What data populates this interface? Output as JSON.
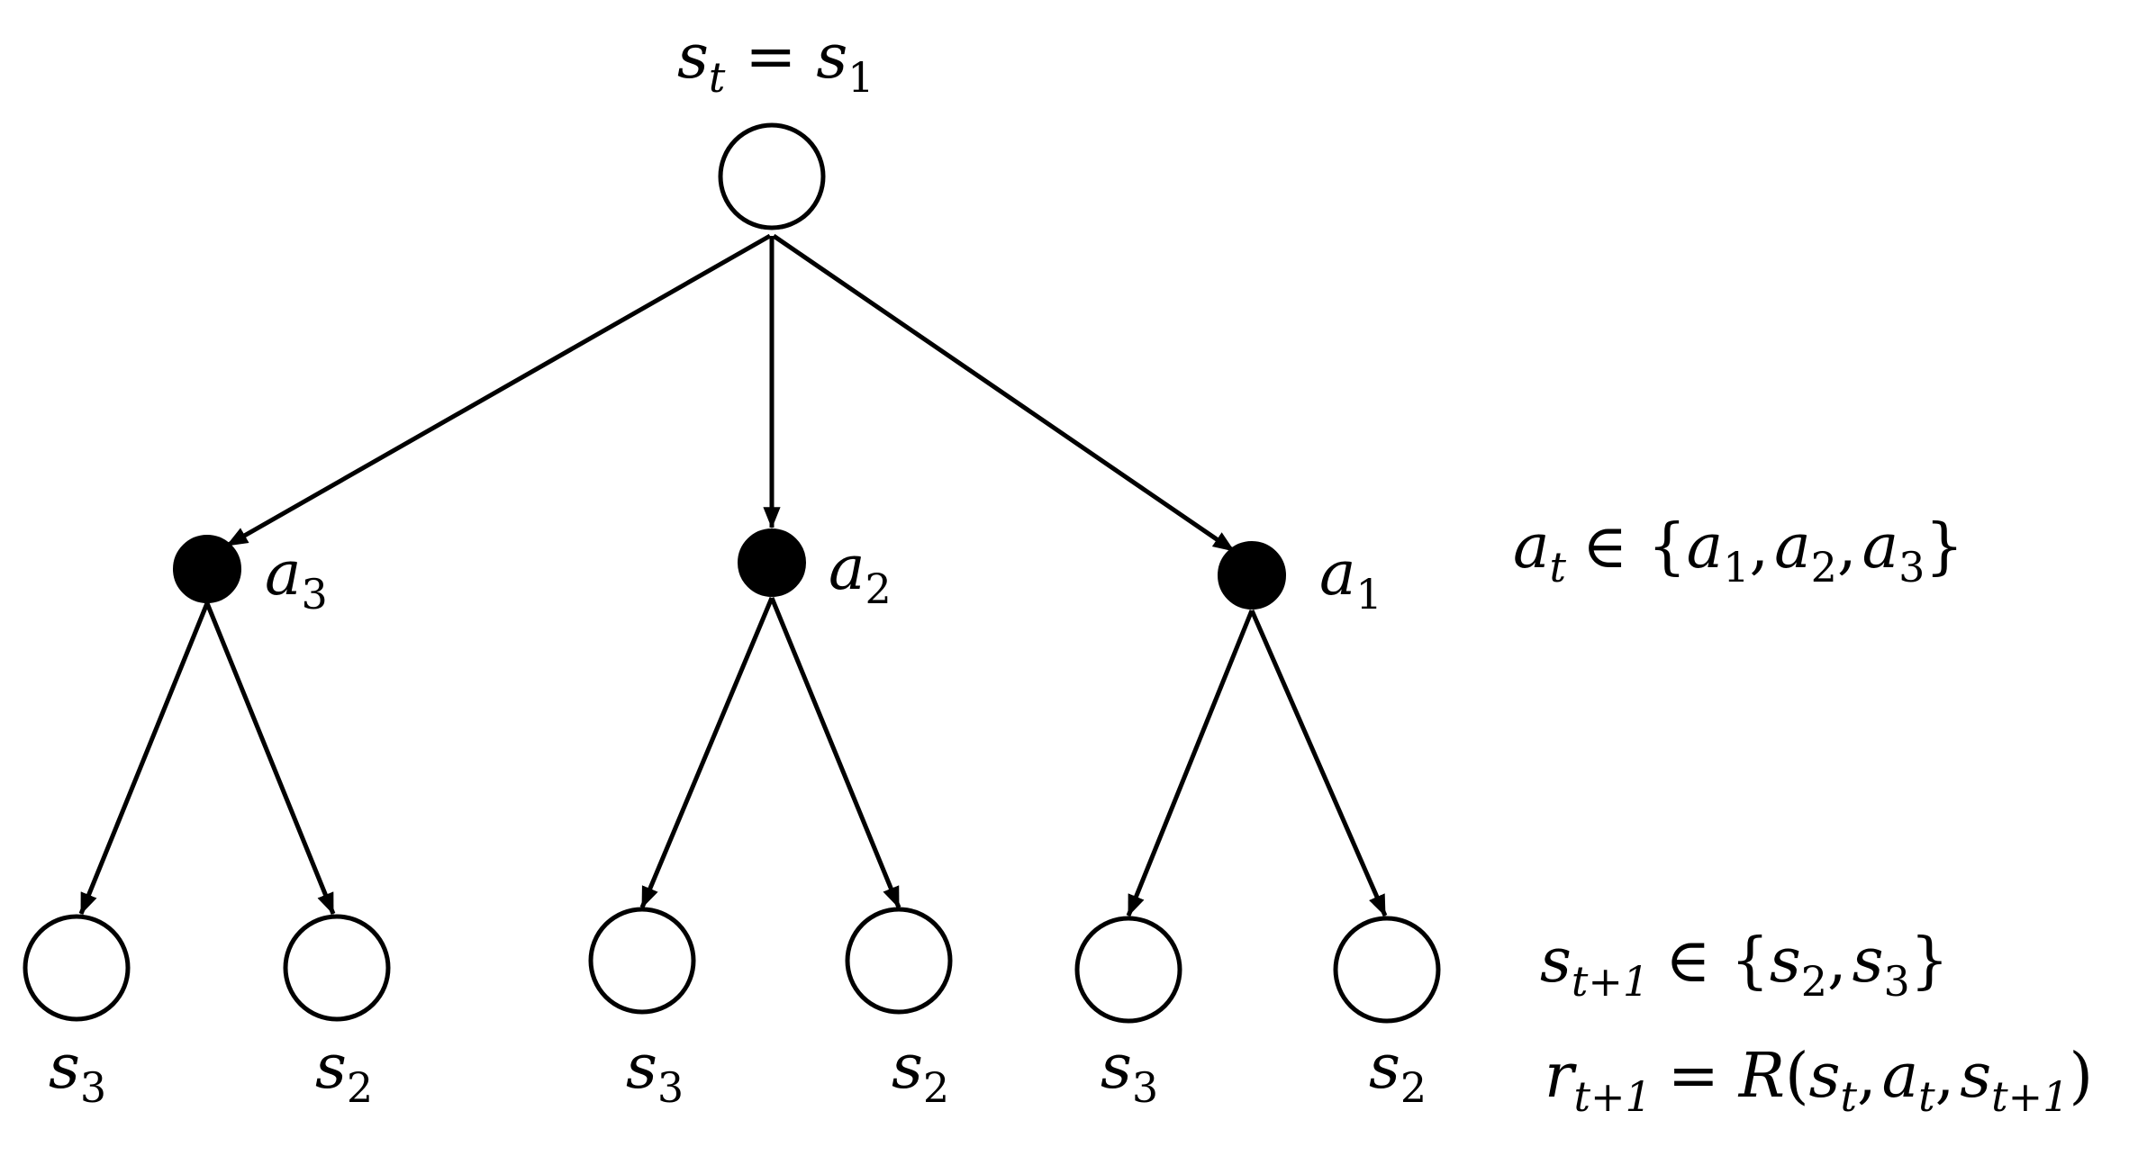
{
  "root": {
    "label_main": "s",
    "label_sub": "t",
    "label_eq": "=",
    "label_rhs_main": "s",
    "label_rhs_sub": "1"
  },
  "actions": [
    {
      "main": "a",
      "sub": "3"
    },
    {
      "main": "a",
      "sub": "2"
    },
    {
      "main": "a",
      "sub": "1"
    }
  ],
  "next_states": [
    {
      "main": "s",
      "sub": "3"
    },
    {
      "main": "s",
      "sub": "2"
    },
    {
      "main": "s",
      "sub": "3"
    },
    {
      "main": "s",
      "sub": "2"
    },
    {
      "main": "s",
      "sub": "3"
    },
    {
      "main": "s",
      "sub": "2"
    }
  ],
  "annotations": {
    "action_set": {
      "lhs_main": "a",
      "lhs_sub": "t",
      "op": "∈",
      "open": "{",
      "close": "}",
      "comma": ",",
      "items": [
        {
          "main": "a",
          "sub": "1"
        },
        {
          "main": "a",
          "sub": "2"
        },
        {
          "main": "a",
          "sub": "3"
        }
      ]
    },
    "state_set": {
      "lhs_main": "s",
      "lhs_sub": "t+1",
      "op": "∈",
      "open": "{",
      "close": "}",
      "comma": ",",
      "items": [
        {
          "main": "s",
          "sub": "2"
        },
        {
          "main": "s",
          "sub": "3"
        }
      ]
    },
    "reward": {
      "lhs_main": "r",
      "lhs_sub": "t+1",
      "eq": "=",
      "fn": "R",
      "open": "(",
      "close": ")",
      "comma": ",",
      "args": [
        {
          "main": "s",
          "sub": "t"
        },
        {
          "main": "a",
          "sub": "t"
        },
        {
          "main": "s",
          "sub": "t+1"
        }
      ]
    }
  }
}
